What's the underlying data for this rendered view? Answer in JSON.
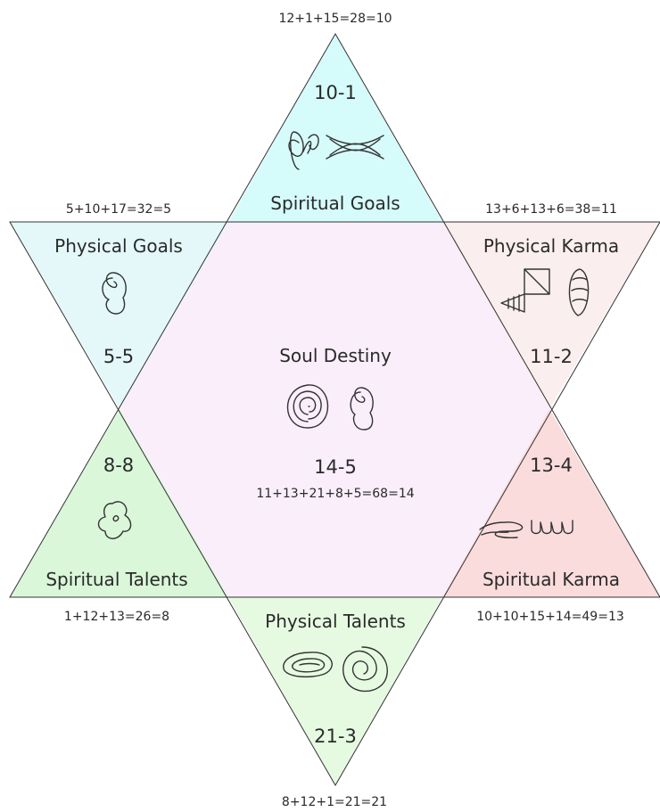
{
  "diagram": {
    "center": {
      "title": "Soul Destiny",
      "number": "14-5",
      "calc": "11+13+21+8+5=68=14",
      "color": "#f9eefa"
    },
    "top": {
      "title": "Spiritual Goals",
      "number": "10-1",
      "calc": "12+1+15=28=10",
      "color": "#d6fbfb"
    },
    "upper_left": {
      "title": "Physical Goals",
      "number": "5-5",
      "calc": "5+10+17=32=5",
      "color": "#e4f8fa"
    },
    "upper_right": {
      "title": "Physical Karma",
      "number": "11-2",
      "calc": "13+6+13+6=38=11",
      "color": "#fbeeee"
    },
    "lower_left": {
      "title": "Spiritual Talents",
      "number": "8-8",
      "calc": "1+12+13=26=8",
      "color": "#daf7d9"
    },
    "lower_right": {
      "title": "Spiritual Karma",
      "number": "13-4",
      "calc": "10+10+15+14=49=13",
      "color": "#fadcdc"
    },
    "bottom": {
      "title": "Physical Talents",
      "number": "21-3",
      "calc": "8+12+1=21=21",
      "color": "#e6fae2"
    }
  }
}
